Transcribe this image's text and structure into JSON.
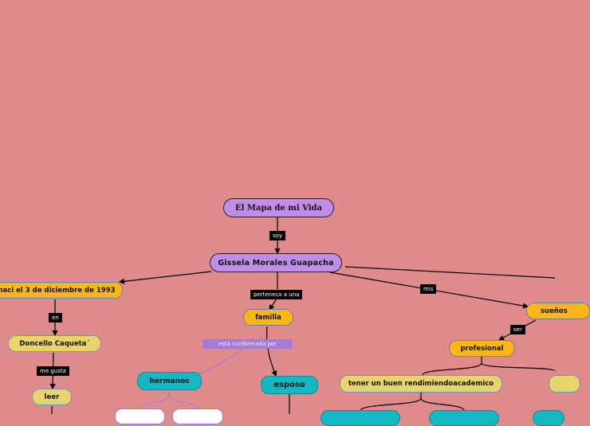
{
  "map": {
    "root": "El Mapa de mi Vida",
    "person": "Gissela Morales Guapacha",
    "born": "naci el 3 de diciembre de 1993",
    "place": "Doncello Caqueta´",
    "read": "leer",
    "family": "familia",
    "siblings": "hermanos",
    "husband": "esposo",
    "dreams": "sueños",
    "professional": "profesional",
    "performance": "tener un buen rendimiendoacademico"
  },
  "links": {
    "soy": "soy",
    "en": "en",
    "me_gusta": "me gusta",
    "pertenezco": "perteneco a una",
    "conformada": "esta conformada por",
    "mis": "mis",
    "ser": "ser"
  },
  "colors": {
    "background": "#e08b8b",
    "purple": "#c18de8",
    "yellow": "#fbb715",
    "khaki": "#e8d46b",
    "teal": "#15b8c2"
  }
}
